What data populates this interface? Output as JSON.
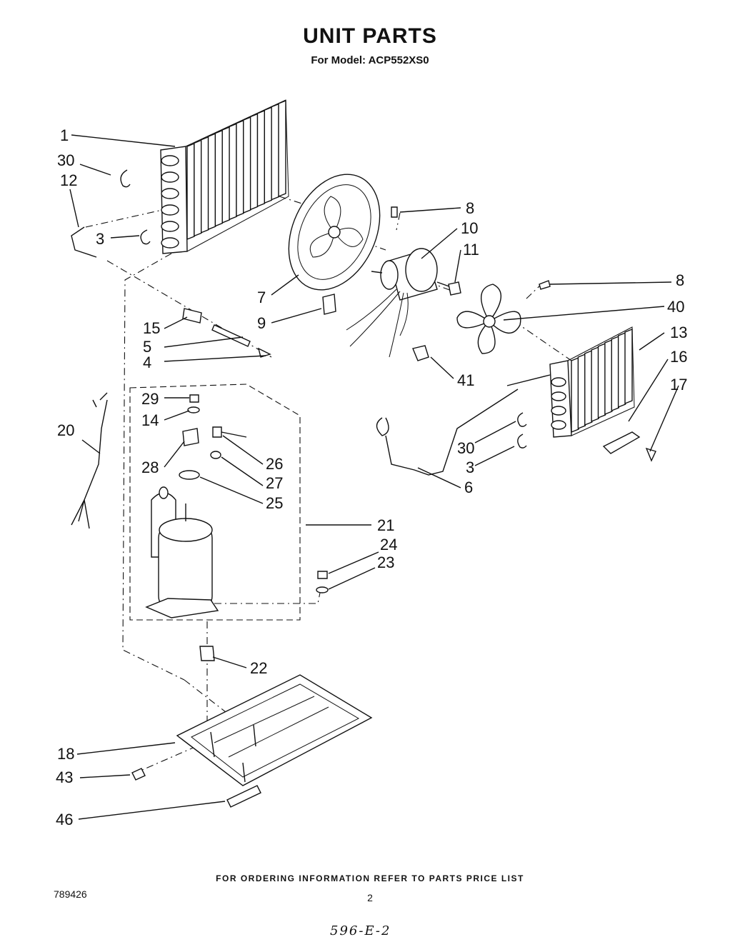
{
  "header": {
    "title": "UNIT PARTS",
    "subtitle": "For Model: ACP552XS0"
  },
  "labels": [
    "1",
    "30",
    "12",
    "3",
    "7",
    "9",
    "15",
    "5",
    "4",
    "8",
    "10",
    "11",
    "8",
    "40",
    "13",
    "16",
    "17",
    "41",
    "30",
    "3",
    "6",
    "29",
    "14",
    "28",
    "26",
    "27",
    "25",
    "20",
    "21",
    "24",
    "23",
    "22",
    "18",
    "43",
    "46"
  ],
  "footer": {
    "ordering_note": "FOR ORDERING INFORMATION REFER TO PARTS PRICE LIST",
    "doc_number": "789426",
    "page_number": "2",
    "handwritten_note": "596-E-2"
  }
}
